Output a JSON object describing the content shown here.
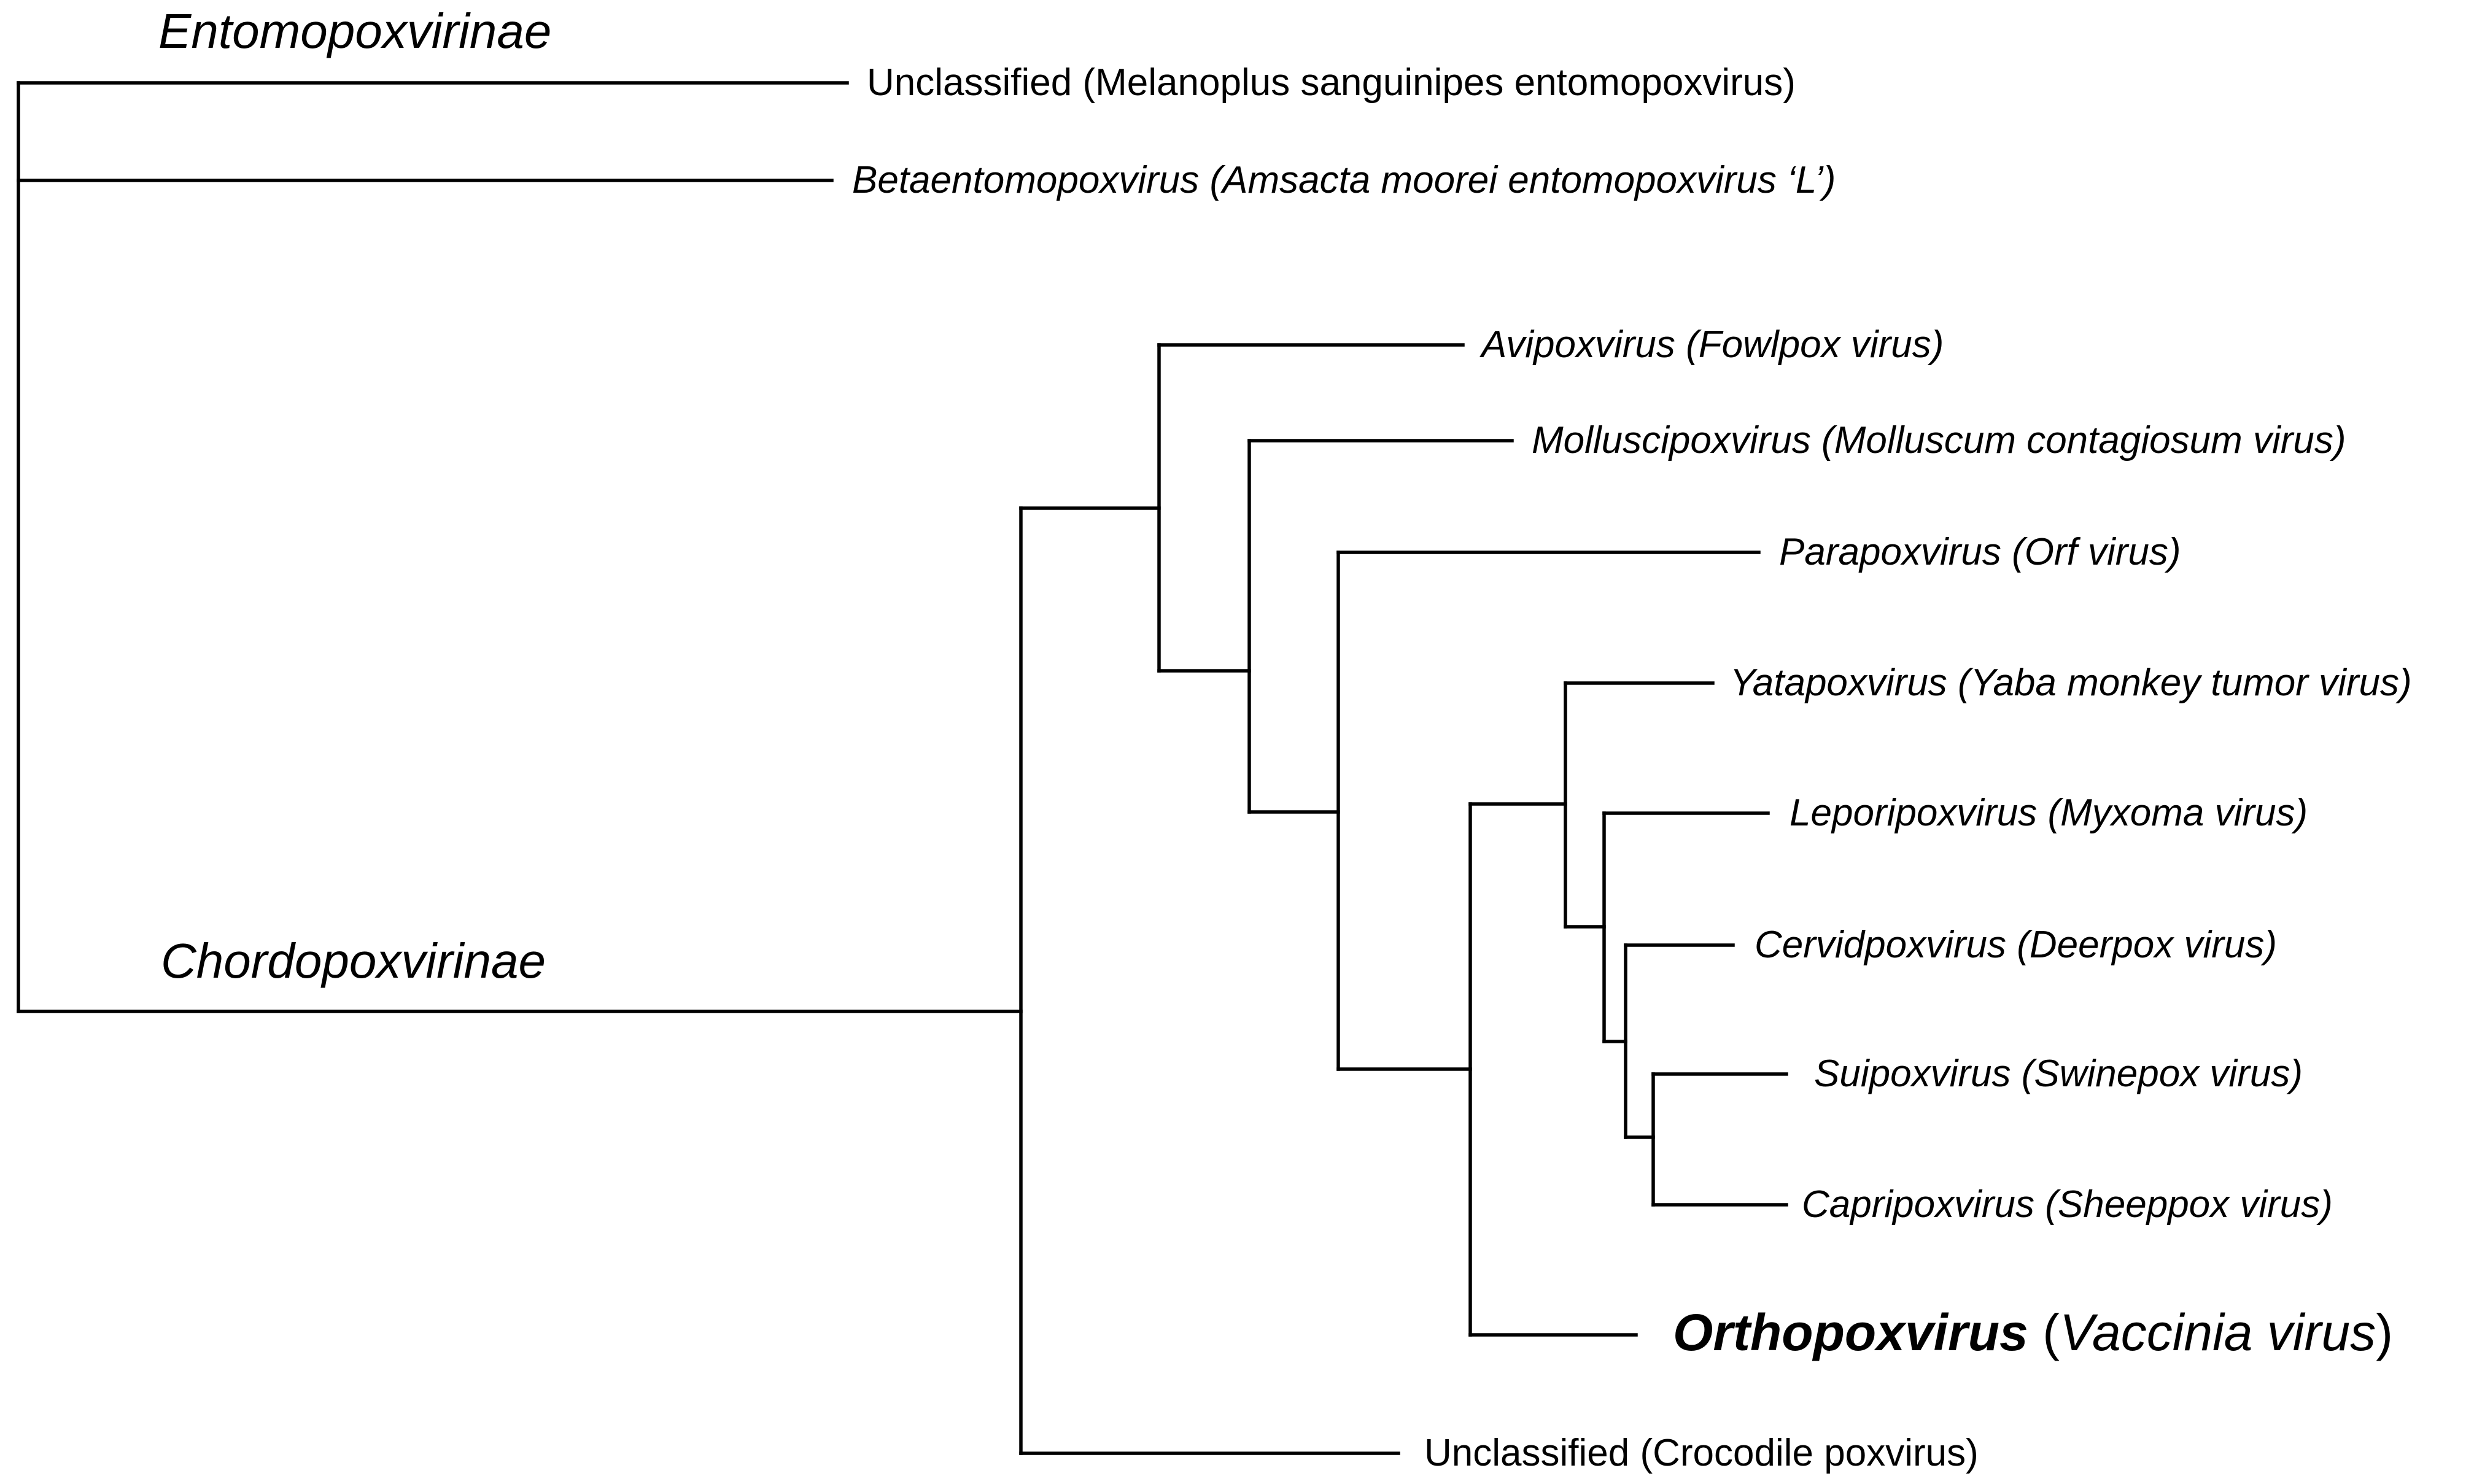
{
  "clades": {
    "entomopoxvirinae": "Entomopoxvirinae",
    "chordopoxvirinae": "Chordopoxvirinae"
  },
  "leaves": {
    "melanoplus": {
      "genus": "Unclassified",
      "species": "(Melanoplus sanguinipes entomopoxvirus)"
    },
    "betaentomo": {
      "genus": "Betaentomopoxvirus",
      "species": "(Amsacta moorei entomopoxvirus ‘L’)"
    },
    "avipox": {
      "genus": "Avipoxvirus",
      "species": "(Fowlpox virus)"
    },
    "mollusci": {
      "genus": "Molluscipoxvirus",
      "species": "(Molluscum contagiosum virus)"
    },
    "parapox": {
      "genus": "Parapoxvirus",
      "species": "(Orf virus)"
    },
    "yatapox": {
      "genus": "Yatapoxvirus",
      "species": "(Yaba monkey tumor virus)"
    },
    "leporipox": {
      "genus": "Leporipoxvirus",
      "species": "(Myxoma virus)"
    },
    "cervidpox": {
      "genus": "Cervidpoxvirus",
      "species": "(Deerpox virus)"
    },
    "suipox": {
      "genus": "Suipoxvirus",
      "species": "(Swinepox virus)"
    },
    "capripox": {
      "genus": "Capripoxvirus",
      "species": "(Sheeppox virus)"
    },
    "orthopox": {
      "genus": "Orthopoxvirus",
      "species_open": "(",
      "species": "Vaccinia virus",
      "species_close": ")"
    },
    "crocodile": {
      "genus": "Unclassified",
      "species": "(Crocodile poxvirus)"
    }
  },
  "colors": {
    "line": "#000000",
    "text": "#000000",
    "background": "#ffffff"
  }
}
